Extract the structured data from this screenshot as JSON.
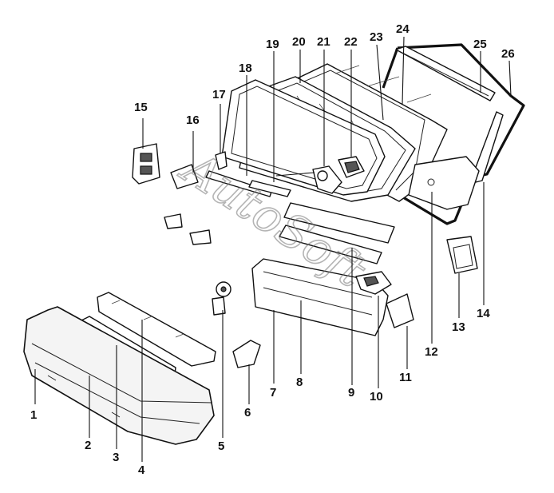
{
  "diagram": {
    "watermark": "AutoSoft",
    "callouts": [
      {
        "id": "1",
        "label": "1"
      },
      {
        "id": "2",
        "label": "2"
      },
      {
        "id": "3",
        "label": "3"
      },
      {
        "id": "4",
        "label": "4"
      },
      {
        "id": "5",
        "label": "5"
      },
      {
        "id": "6",
        "label": "6"
      },
      {
        "id": "7",
        "label": "7"
      },
      {
        "id": "8",
        "label": "8"
      },
      {
        "id": "9",
        "label": "9"
      },
      {
        "id": "10",
        "label": "10"
      },
      {
        "id": "11",
        "label": "11"
      },
      {
        "id": "12",
        "label": "12"
      },
      {
        "id": "13",
        "label": "13"
      },
      {
        "id": "14",
        "label": "14"
      },
      {
        "id": "15",
        "label": "15"
      },
      {
        "id": "16",
        "label": "16"
      },
      {
        "id": "17",
        "label": "17"
      },
      {
        "id": "18",
        "label": "18"
      },
      {
        "id": "19",
        "label": "19"
      },
      {
        "id": "20",
        "label": "20"
      },
      {
        "id": "21",
        "label": "21"
      },
      {
        "id": "22",
        "label": "22"
      },
      {
        "id": "23",
        "label": "23"
      },
      {
        "id": "24",
        "label": "24"
      },
      {
        "id": "25",
        "label": "25"
      },
      {
        "id": "26",
        "label": "26"
      }
    ]
  }
}
